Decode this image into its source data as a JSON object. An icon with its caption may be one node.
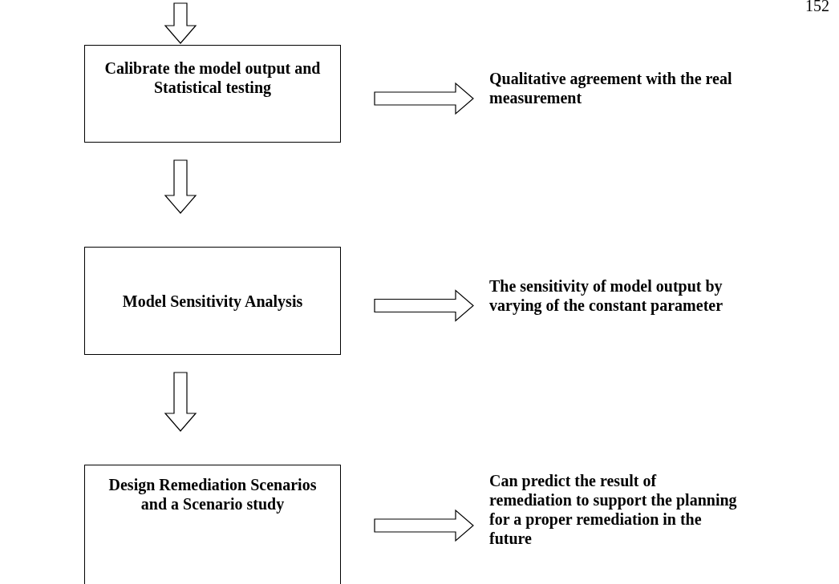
{
  "diagram": {
    "nodes": [
      {
        "text": [
          "Calibrate the model output and Statistical testing"
        ]
      },
      {
        "text": [
          "Qualitative agreement with the real measurement"
        ]
      },
      {
        "text": [
          "Model Sensitivity Analysis"
        ]
      },
      {
        "text": [
          "The sensitivity of model output by varying of the constant parameter"
        ]
      },
      {
        "text": [
          "Design Remediation Scenarios and a Scenario study"
        ]
      },
      {
        "text": [
          "Can predict the result of remediation to support the planning for a proper remediation in the future"
        ]
      }
    ],
    "edges": [
      {
        "from": null,
        "to": 0,
        "arrow": "to"
      },
      {
        "from": 0,
        "to": 1,
        "arrow": "to"
      },
      {
        "from": 0,
        "to": 2,
        "arrow": "to"
      },
      {
        "from": 2,
        "to": 3,
        "arrow": "to"
      },
      {
        "from": 2,
        "to": 4,
        "arrow": "to"
      },
      {
        "from": 4,
        "to": 5,
        "arrow": "to"
      }
    ],
    "labels": [
      "152"
    ]
  }
}
